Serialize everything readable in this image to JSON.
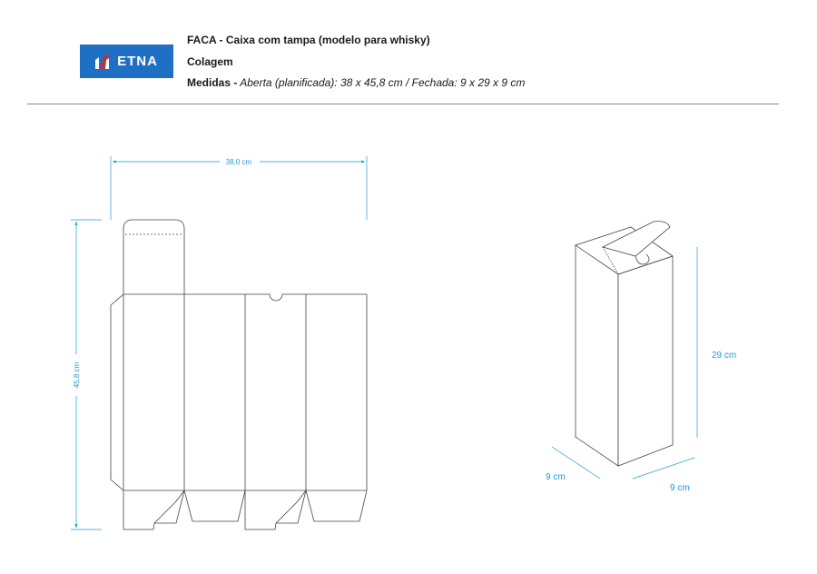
{
  "header": {
    "title": "FACA - Caixa com tampa (modelo para whisky)",
    "subtitle": "Colagem",
    "measures_label": "Medidas -",
    "measures_value": " Aberta (planificada): 38 x 45,8 cm / Fechada: 9 x 29 x 9 cm"
  },
  "logo": {
    "text": "ETNA",
    "icon": "etna-logo-icon",
    "color": "#1f6fc5"
  },
  "dieline": {
    "width_label": "38,0 cm",
    "height_label": "45,8 cm"
  },
  "box3d": {
    "height_label": "29 cm",
    "depth_label": "9 cm",
    "width_label": "9 cm"
  },
  "colors": {
    "dimension": "#1c9ad6",
    "line": "#444444"
  }
}
